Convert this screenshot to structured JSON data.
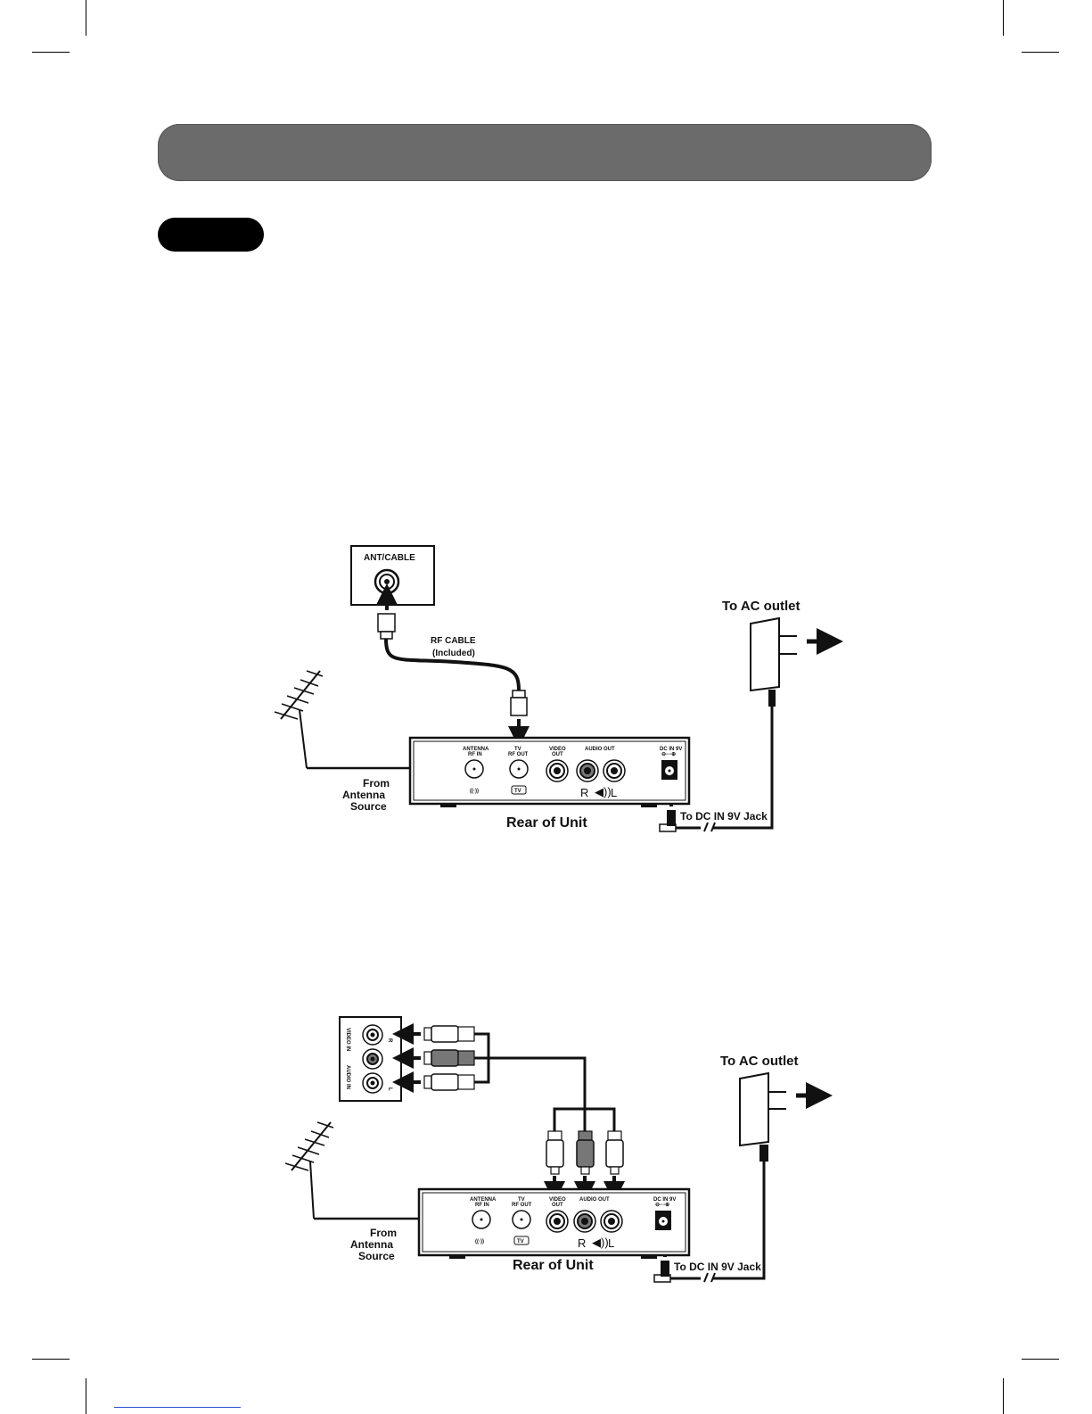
{
  "diagram_1": {
    "wall_label": "ANT/CABLE",
    "rf_cable_line1": "RF CABLE",
    "rf_cable_line2": "(Included)",
    "ac_outlet": "To AC outlet",
    "from_line1": "From",
    "from_line2": "Antenna",
    "from_line3": "Source",
    "rear_of_unit": "Rear of Unit",
    "dc_jack": "To DC IN 9V Jack",
    "panel": {
      "antenna_1": "ANTENNA",
      "antenna_2": "RF IN",
      "tv_1": "TV",
      "tv_2": "RF OUT",
      "video_1": "VIDEO",
      "video_2": "OUT",
      "audio_out": "AUDIO OUT",
      "dc_in": "DC IN 9V",
      "tv_badge": "TV",
      "r": "R",
      "l": "L"
    }
  },
  "diagram_2": {
    "tv_video_in": "VIDEO IN",
    "tv_audio_in": "AUDIO IN",
    "tv_r": "R",
    "tv_l": "L",
    "ac_outlet": "To AC outlet",
    "from_line1": "From",
    "from_line2": "Antenna",
    "from_line3": "Source",
    "rear_of_unit": "Rear of Unit",
    "dc_jack": "To DC IN 9V Jack",
    "panel": {
      "antenna_1": "ANTENNA",
      "antenna_2": "RF IN",
      "tv_1": "TV",
      "tv_2": "RF OUT",
      "video_1": "VIDEO",
      "video_2": "OUT",
      "audio_out": "AUDIO OUT",
      "dc_in": "DC IN 9V",
      "tv_badge": "TV",
      "r": "R",
      "l": "L"
    }
  }
}
